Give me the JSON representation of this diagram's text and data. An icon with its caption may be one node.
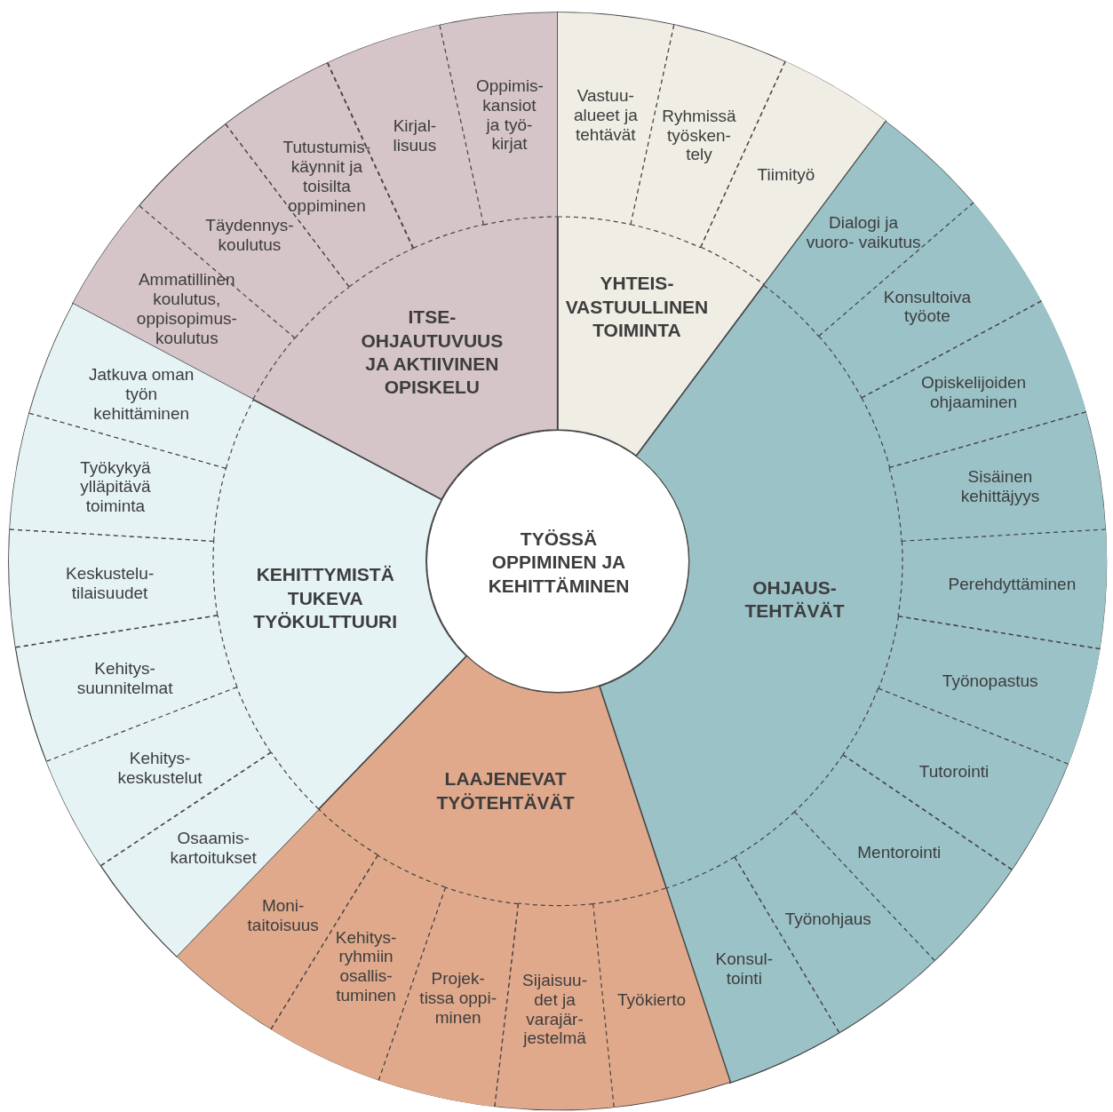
{
  "diagram": {
    "nodes": [
      {
        "text": [
          "TYÖSSÄ OPPIMINEN JA KEHITTÄMINEN"
        ]
      },
      {
        "text": [
          "ITSE- OHJAUTUVUUS JA AKTIIVINEN OPISKELU"
        ]
      },
      {
        "text": [
          "Ammatillinen koulutus, oppisopimus- koulutus"
        ],
        "in": 1
      },
      {
        "text": [
          "Täydennys- koulutus"
        ],
        "in": 1
      },
      {
        "text": [
          "Tutustumis- käynnit ja toisilta oppiminen"
        ],
        "in": 1
      },
      {
        "text": [
          "Kirjal- lisuus"
        ],
        "in": 1
      },
      {
        "text": [
          "Oppimis- kansiot ja työ- kirjat"
        ],
        "in": 1
      },
      {
        "text": [
          "YHTEIS- VASTUULLINEN TOIMINTA"
        ]
      },
      {
        "text": [
          "Vastuu- alueet ja tehtävät"
        ],
        "in": 7
      },
      {
        "text": [
          "Ryhmissä työsken- tely"
        ],
        "in": 7
      },
      {
        "text": [
          "Tiimityö"
        ],
        "in": 7
      },
      {
        "text": [
          "OHJAUS- TEHTÄVÄT"
        ]
      },
      {
        "text": [
          "Dialogi ja vuoro- vaikutus"
        ],
        "in": 11
      },
      {
        "text": [
          "Konsultoiva työote"
        ],
        "in": 11
      },
      {
        "text": [
          "Opiskelijoiden ohjaaminen"
        ],
        "in": 11
      },
      {
        "text": [
          "Sisäinen kehittäjyys"
        ],
        "in": 11
      },
      {
        "text": [
          "Perehdyttäminen"
        ],
        "in": 11
      },
      {
        "text": [
          "Työnopastus"
        ],
        "in": 11
      },
      {
        "text": [
          "Tutorointi"
        ],
        "in": 11
      },
      {
        "text": [
          "Mentorointi"
        ],
        "in": 11
      },
      {
        "text": [
          "Työnohjaus"
        ],
        "in": 11
      },
      {
        "text": [
          "Konsul- tointi"
        ],
        "in": 11
      },
      {
        "text": [
          "LAAJENEVAT TYÖTEHTÄVÄT"
        ]
      },
      {
        "text": [
          "Työkierto"
        ],
        "in": 22
      },
      {
        "text": [
          "Sijaisuu- det ja varajär- jestelmä"
        ],
        "in": 22
      },
      {
        "text": [
          "Projek- tissa oppi- minen"
        ],
        "in": 22
      },
      {
        "text": [
          "Kehitys- ryhmiin osallis- tuminen"
        ],
        "in": 22
      },
      {
        "text": [
          "Moni- taitoisuus"
        ],
        "in": 22
      },
      {
        "text": [
          "KEHITTYMISTÄ TUKEVA TYÖKULTTUURI"
        ]
      },
      {
        "text": [
          "Osaamis- kartoitukset"
        ],
        "in": 28
      },
      {
        "text": [
          "Kehitys- keskustelut"
        ],
        "in": 28
      },
      {
        "text": [
          "Kehitys- suunnitelmat"
        ],
        "in": 28
      },
      {
        "text": [
          "Keskustelu- tilaisuudet"
        ],
        "in": 28
      },
      {
        "text": [
          "Työkykyä ylläpitävä toiminta"
        ],
        "in": 28
      },
      {
        "text": [
          "Jatkuva oman työn kehittäminen"
        ],
        "in": 28
      }
    ]
  }
}
